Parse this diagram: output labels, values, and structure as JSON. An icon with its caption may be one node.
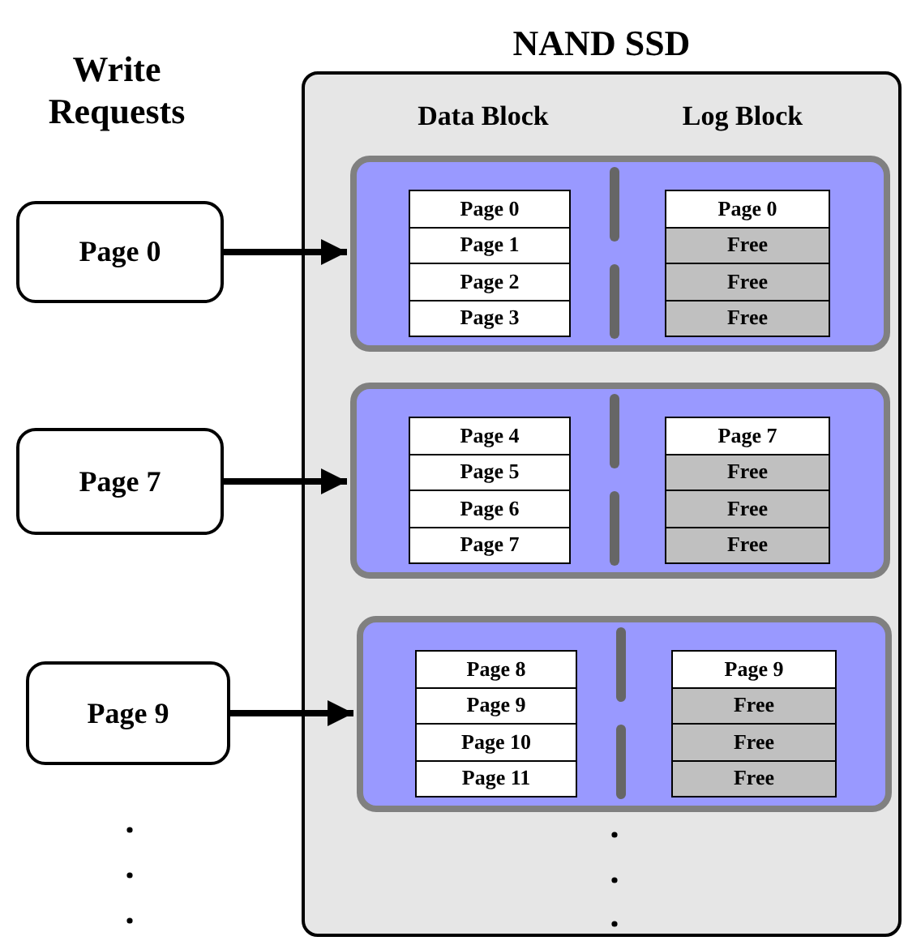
{
  "diagram": {
    "nodes": [
      {
        "text": [
          "NAND SSD"
        ]
      },
      {
        "text": [],
        "shape": "box",
        "in": 0
      },
      {
        "text": [
          "Page 0"
        ],
        "in": 1
      },
      {
        "text": [
          "Page 1"
        ],
        "in": 1
      },
      {
        "text": [
          "Page 2"
        ],
        "in": 1
      },
      {
        "text": [
          "Page 3"
        ],
        "in": 1
      },
      {
        "text": [
          "Page 0"
        ],
        "in": 1
      },
      {
        "text": [
          "Free"
        ],
        "in": 1
      },
      {
        "text": [
          "Free"
        ],
        "in": 1
      },
      {
        "text": [
          "Free"
        ],
        "in": 1
      },
      {
        "text": [],
        "shape": "box",
        "in": 0
      },
      {
        "text": [
          "Page 4"
        ],
        "in": 10
      },
      {
        "text": [
          "Page 5"
        ],
        "in": 10
      },
      {
        "text": [
          "Page 6"
        ],
        "in": 10
      },
      {
        "text": [
          "Page 7"
        ],
        "in": 10
      },
      {
        "text": [
          "Page 7"
        ],
        "in": 10
      },
      {
        "text": [
          "Free"
        ],
        "in": 10
      },
      {
        "text": [
          "Free"
        ],
        "in": 10
      },
      {
        "text": [
          "Free"
        ],
        "in": 10
      },
      {
        "text": [],
        "shape": "box",
        "in": 0
      },
      {
        "text": [
          "Page 8"
        ],
        "in": 19
      },
      {
        "text": [
          "Page 9"
        ],
        "in": 19
      },
      {
        "text": [
          "Page 10"
        ],
        "in": 19
      },
      {
        "text": [
          "Page 11"
        ],
        "in": 19
      },
      {
        "text": [
          "Page 9"
        ],
        "in": 19
      },
      {
        "text": [
          "Free"
        ],
        "in": 19
      },
      {
        "text": [
          "Free"
        ],
        "in": 19
      },
      {
        "text": [
          "Free"
        ],
        "in": 19
      },
      {
        "text": [
          "Page 0"
        ]
      },
      {
        "text": [
          "Page 7"
        ]
      },
      {
        "text": [
          "Page 9"
        ]
      }
    ],
    "edges": [
      {
        "from": 28,
        "to": 1,
        "arrow": "to"
      },
      {
        "from": 29,
        "to": 10,
        "arrow": "to"
      },
      {
        "from": 30,
        "to": 19,
        "arrow": "to"
      }
    ],
    "labels": [
      "Write Requests",
      "Data Block",
      "Log Block"
    ]
  }
}
